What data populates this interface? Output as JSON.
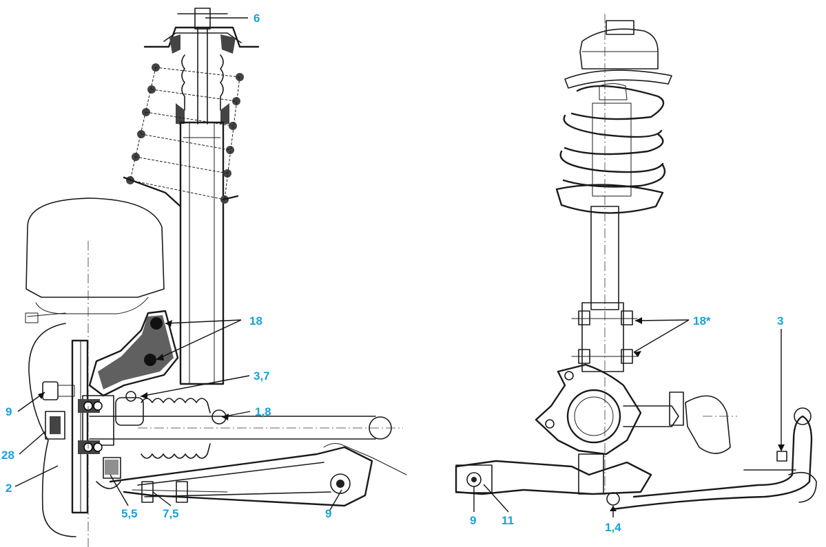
{
  "figure": {
    "callouts_left": [
      {
        "id": "l-6",
        "text": "6"
      },
      {
        "id": "l-18",
        "text": "18"
      },
      {
        "id": "l-3-7",
        "text": "3,7"
      },
      {
        "id": "l-1-8",
        "text": "1,8"
      },
      {
        "id": "l-9a",
        "text": "9"
      },
      {
        "id": "l-28",
        "text": "28"
      },
      {
        "id": "l-2",
        "text": "2"
      },
      {
        "id": "l-5-5",
        "text": "5,5"
      },
      {
        "id": "l-7-5",
        "text": "7,5"
      },
      {
        "id": "l-9b",
        "text": "9"
      }
    ],
    "callouts_right": [
      {
        "id": "r-18",
        "text": "18*"
      },
      {
        "id": "r-3",
        "text": "3"
      },
      {
        "id": "r-9",
        "text": "9"
      },
      {
        "id": "r-11",
        "text": "11"
      },
      {
        "id": "r-1-4",
        "text": "1,4"
      }
    ],
    "colors": {
      "callout": "#1aa0d8",
      "ink": "#1a1a1a"
    }
  }
}
